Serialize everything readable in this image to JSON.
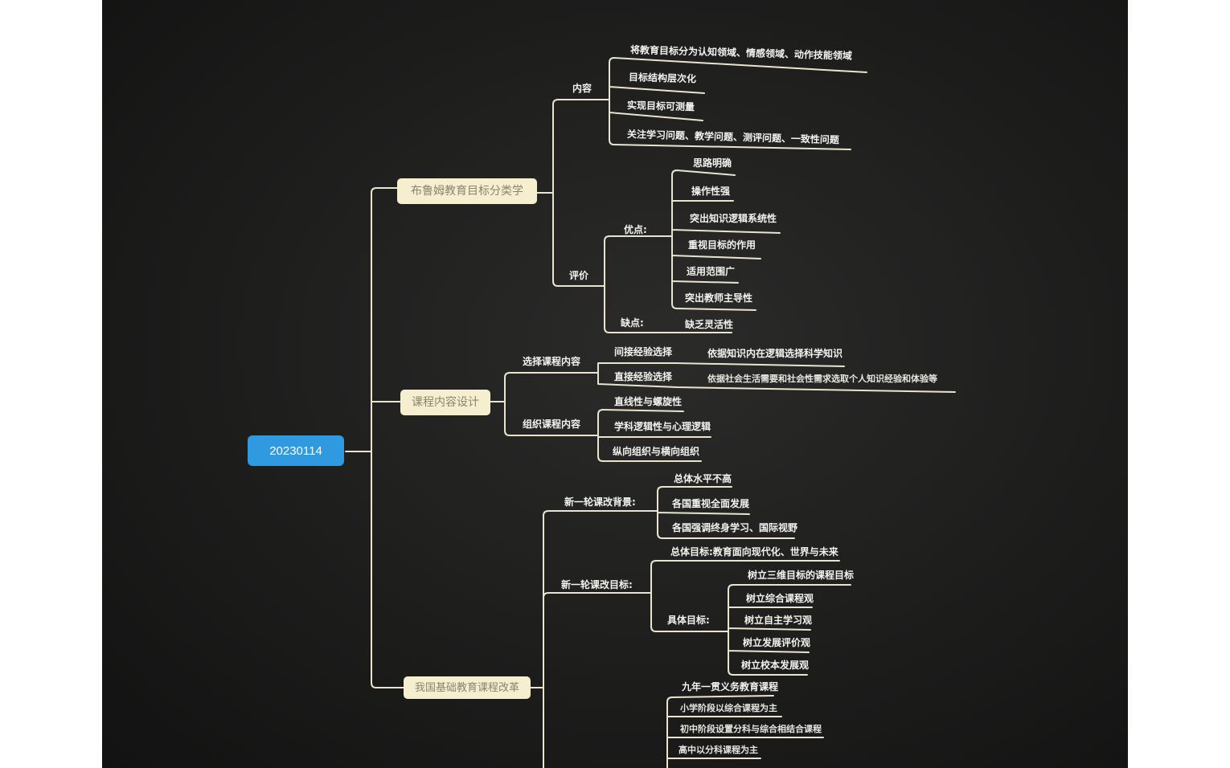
{
  "root": "20230114",
  "l1": {
    "bloom": "布鲁姆教育目标分类学",
    "design": "课程内容设计",
    "reform": "我国基础教育课程改革"
  },
  "bloom": {
    "content_label": "内容",
    "content_items": [
      "将教育目标分为认知领域、情感领域、动作技能领域",
      "目标结构层次化",
      "实现目标可测量",
      "关注学习问题、教学问题、测评问题、一致性问题"
    ],
    "eval_label": "评价",
    "pros_label": "优点:",
    "pros_items": [
      "思路明确",
      "操作性强",
      "突出知识逻辑系统性",
      "重视目标的作用",
      "适用范围广",
      "突出教师主导性"
    ],
    "cons_label": "缺点:",
    "cons_items": [
      "缺乏灵活性"
    ]
  },
  "design": {
    "select_label": "选择课程内容",
    "select_items": [
      {
        "label": "间接经验选择",
        "detail": "依据知识内在逻辑选择科学知识"
      },
      {
        "label": "直接经验选择",
        "detail": "依据社会生活需要和社会性需求选取个人知识经验和体验等"
      }
    ],
    "organize_label": "组织课程内容",
    "organize_items": [
      "直线性与螺旋性",
      "学科逻辑性与心理逻辑",
      "纵向组织与横向组织"
    ]
  },
  "reform": {
    "background_label": "新一轮课改背景:",
    "background_items": [
      "总体水平不高",
      "各国重视全面发展",
      "各国强调终身学习、国际视野"
    ],
    "goal_label": "新一轮课改目标:",
    "overall_goal": "总体目标:教育面向现代化、世界与未来",
    "specific_label": "具体目标:",
    "specific_items": [
      "树立三维目标的课程目标",
      "树立综合课程观",
      "树立自主学习观",
      "树立发展评价观",
      "树立校本发展观"
    ],
    "structure_items": [
      "九年一贯义务教育课程",
      "小学阶段以综合课程为主",
      "初中阶段设置分科与综合相结合课程",
      "高中以分科课程为主"
    ]
  },
  "colors": {
    "background": "#1d1d1c",
    "root": "#2f9ae0",
    "branch_card": "#f5efcf",
    "line": "#e9e4cf",
    "text": "#f2f2ee"
  }
}
